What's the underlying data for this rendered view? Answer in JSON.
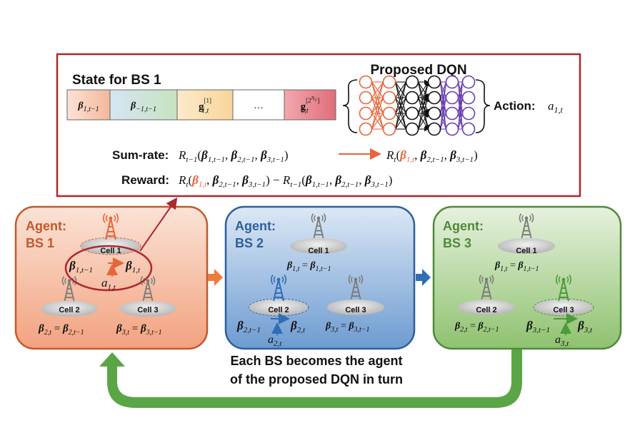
{
  "top": {
    "state_title": "State for BS 1",
    "state_cells": [
      "β1,t−1",
      "β−1,t−1",
      "g[1]1,t",
      "…",
      "g[2^Nc]1,t"
    ],
    "dqn_title": "Proposed DQN",
    "action_label": "Action:",
    "action_symbol": "a1,t",
    "sumrate_label": "Sum-rate:",
    "sumrate_left": "Rt−1(β1,t−1, β2,t−1, β3,t−1)",
    "sumrate_right": "Rt(β1,t, β2,t−1, β3,t−1)",
    "reward_label": "Reward:",
    "reward_expr": "Rt(β1,t, β2,t−1, β3,t−1) − Rt−1(β1,t−1, β2,t−1, β3,t−1)"
  },
  "panels": [
    {
      "agent_label": "Agent:",
      "bs_label": "BS 1",
      "cells": [
        "Cell 1",
        "Cell 2",
        "Cell 3"
      ],
      "beta_transition": [
        "β1,t−1",
        "β1,t"
      ],
      "action": "a1,t",
      "eq1": "β2,t = β2,t−1",
      "eq2": "β3,t = β3,t−1"
    },
    {
      "agent_label": "Agent:",
      "bs_label": "BS 2",
      "cells": [
        "Cell 1",
        "Cell 2",
        "Cell 3"
      ],
      "eq_top": "β1,t = β1,t−1",
      "beta_transition": [
        "β2,t−1",
        "β2,t"
      ],
      "action": "a2,t",
      "eq2": "β3,t = β3,t−1"
    },
    {
      "agent_label": "Agent:",
      "bs_label": "BS 3",
      "cells": [
        "Cell 1",
        "Cell 2",
        "Cell 3"
      ],
      "eq_top": "β1,t = β1,t−1",
      "eq1": "β2,t = β2,t−1",
      "beta_transition": [
        "β3,t−1",
        "β3,t"
      ],
      "action": "a3,t"
    }
  ],
  "caption": [
    "Each BS becomes the agent",
    "of the proposed DQN in turn"
  ],
  "colors": {
    "red_frame": "#b0272d",
    "orange": "#e8643a",
    "blue": "#2f6eb5",
    "green": "#4c9a3a",
    "panel1_border": "#c2582e",
    "panel2_border": "#2d5f9e",
    "panel3_border": "#4f8a3a"
  }
}
